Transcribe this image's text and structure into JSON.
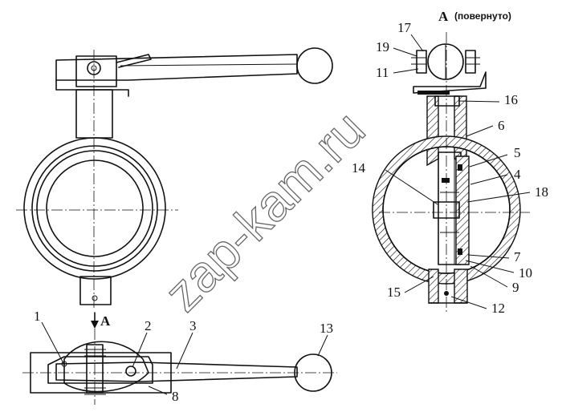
{
  "title": {
    "letter": "A",
    "note": "(повернуто)"
  },
  "view_marker": "A",
  "watermark": "zap-kam.ru",
  "labels": {
    "l1": "1",
    "l2": "2",
    "l3": "3",
    "l4": "4",
    "l5": "5",
    "l6": "6",
    "l7": "7",
    "l8": "8",
    "l9": "9",
    "l10": "10",
    "l11": "11",
    "l12": "12",
    "l13": "13",
    "l14": "14",
    "l15": "15",
    "l16": "16",
    "l17": "17",
    "l18": "18",
    "l19": "19"
  }
}
